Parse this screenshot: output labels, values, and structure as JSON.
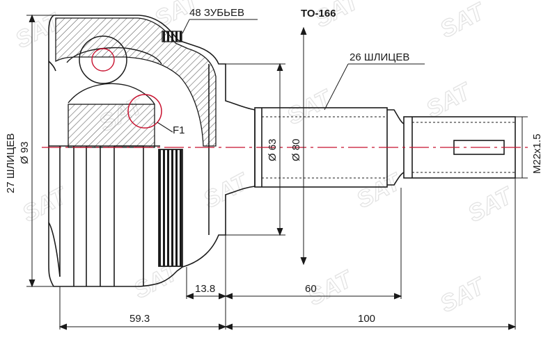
{
  "title": "TO-166",
  "watermark": "SAT",
  "labels": {
    "teeth": "48 ЗУБЬЕВ",
    "outer_splines": "26 ШЛИЦЕВ",
    "inner_splines": "27 ШЛИЦЕВ",
    "outer_diameter": "Ø 93",
    "d63": "Ø 63",
    "d80": "Ø 80",
    "thread": "M22x1.5",
    "f1": "F1",
    "dim_13_8": "13.8",
    "dim_60": "60",
    "dim_59_3": "59.3",
    "dim_100": "100"
  },
  "colors": {
    "line": "#1a1a1a",
    "dimension": "#c8102e",
    "hatch": "#555555",
    "watermark": "#e3e3e3"
  }
}
